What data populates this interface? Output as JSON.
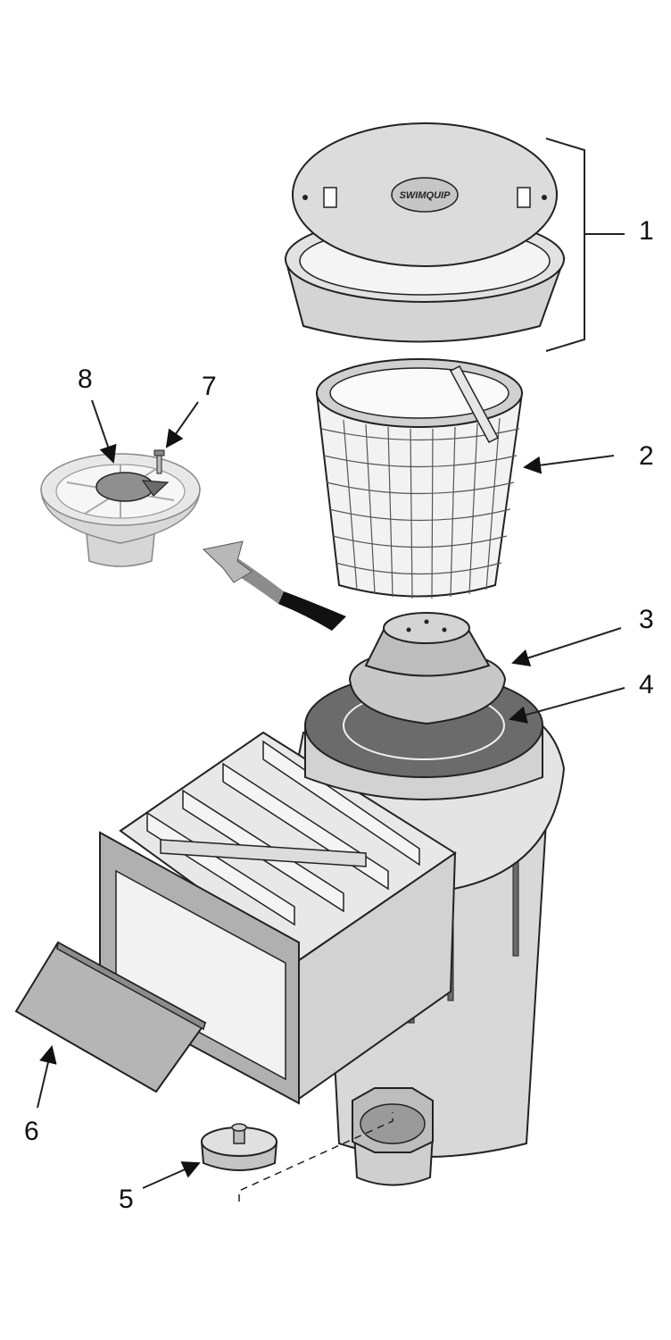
{
  "brand_logo": "SWIMQUIP",
  "callouts": [
    "1",
    "2",
    "3",
    "4",
    "5",
    "6",
    "7",
    "8"
  ],
  "colors": {
    "light": "#e6e6e6",
    "mid": "#c8c8c8",
    "dark": "#8a8a8a",
    "darker": "#6b6b6b",
    "ink": "#222222"
  }
}
